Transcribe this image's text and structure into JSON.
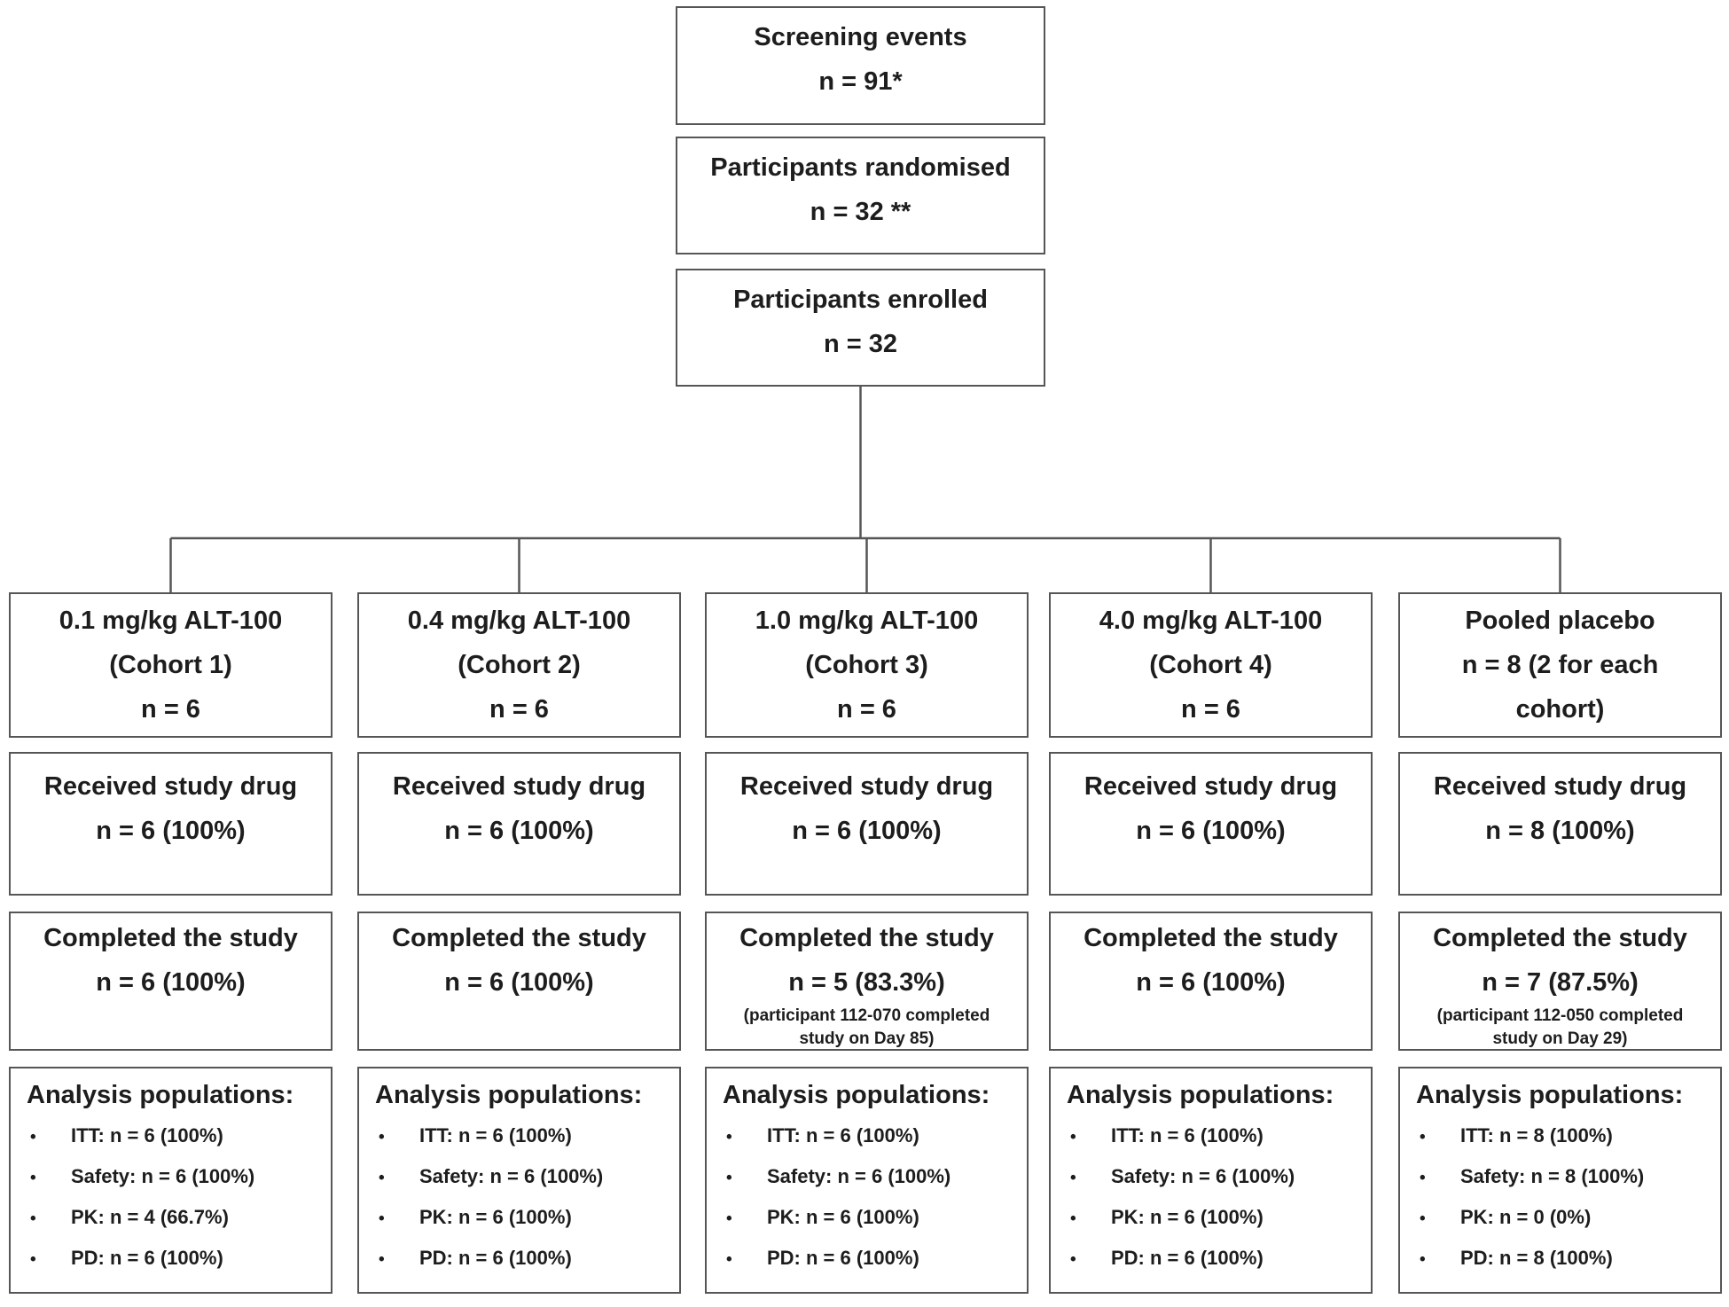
{
  "colors": {
    "background": "#ffffff",
    "box_border": "#565656",
    "connector": "#565656",
    "text": "#1d1d1d"
  },
  "bullet": "•",
  "top_boxes": [
    {
      "lines": [
        "Screening events",
        "n = 91*"
      ]
    },
    {
      "lines": [
        "Participants randomised",
        "n = 32 **"
      ]
    },
    {
      "lines": [
        "Participants enrolled",
        "n = 32"
      ]
    }
  ],
  "columns": [
    {
      "cohort_lines": [
        "0.1 mg/kg ALT-100",
        "(Cohort 1)",
        "n = 6"
      ],
      "received_lines": [
        "Received study drug",
        "n = 6 (100%)"
      ],
      "completed_lines": [
        "Completed the study",
        "n = 6 (100%)"
      ],
      "analysis_title": "Analysis populations:",
      "analysis_items": [
        "ITT: n = 6 (100%)",
        "Safety: n = 6 (100%)",
        "PK: n = 4 (66.7%)",
        "PD: n = 6 (100%)"
      ]
    },
    {
      "cohort_lines": [
        "0.4 mg/kg ALT-100",
        "(Cohort 2)",
        "n = 6"
      ],
      "received_lines": [
        "Received study drug",
        "n = 6 (100%)"
      ],
      "completed_lines": [
        "Completed the study",
        "n = 6 (100%)"
      ],
      "analysis_title": "Analysis populations:",
      "analysis_items": [
        "ITT: n = 6 (100%)",
        "Safety: n = 6 (100%)",
        "PK: n = 6 (100%)",
        "PD: n = 6 (100%)"
      ]
    },
    {
      "cohort_lines": [
        "1.0 mg/kg ALT-100",
        "(Cohort 3)",
        "n = 6"
      ],
      "received_lines": [
        "Received study drug",
        "n = 6 (100%)"
      ],
      "completed_lines": [
        "Completed the study",
        "n = 5 (83.3%)"
      ],
      "completed_note_lines": [
        "(participant 112-070  completed",
        "study on Day 85)"
      ],
      "analysis_title": "Analysis populations:",
      "analysis_items": [
        "ITT: n = 6 (100%)",
        "Safety: n = 6 (100%)",
        "PK: n = 6 (100%)",
        "PD: n = 6 (100%)"
      ]
    },
    {
      "cohort_lines": [
        "4.0 mg/kg ALT-100",
        "(Cohort 4)",
        "n = 6"
      ],
      "received_lines": [
        "Received study drug",
        "n = 6 (100%)"
      ],
      "completed_lines": [
        "Completed the study",
        "n = 6 (100%)"
      ],
      "analysis_title": "Analysis populations:",
      "analysis_items": [
        "ITT: n = 6 (100%)",
        "Safety: n = 6 (100%)",
        "PK: n = 6 (100%)",
        "PD: n = 6 (100%)"
      ]
    },
    {
      "cohort_lines": [
        "Pooled placebo",
        "n = 8 (2 for each",
        "cohort)"
      ],
      "received_lines": [
        "Received study drug",
        "n = 8 (100%)"
      ],
      "completed_lines": [
        "Completed the study",
        "n = 7 (87.5%)"
      ],
      "completed_note_lines": [
        "(participant 112-050 completed",
        "study on Day 29)"
      ],
      "analysis_title": "Analysis populations:",
      "analysis_items": [
        "ITT: n = 8 (100%)",
        "Safety: n = 8 (100%)",
        "PK: n = 0 (0%)",
        "PD: n = 8 (100%)"
      ]
    }
  ]
}
